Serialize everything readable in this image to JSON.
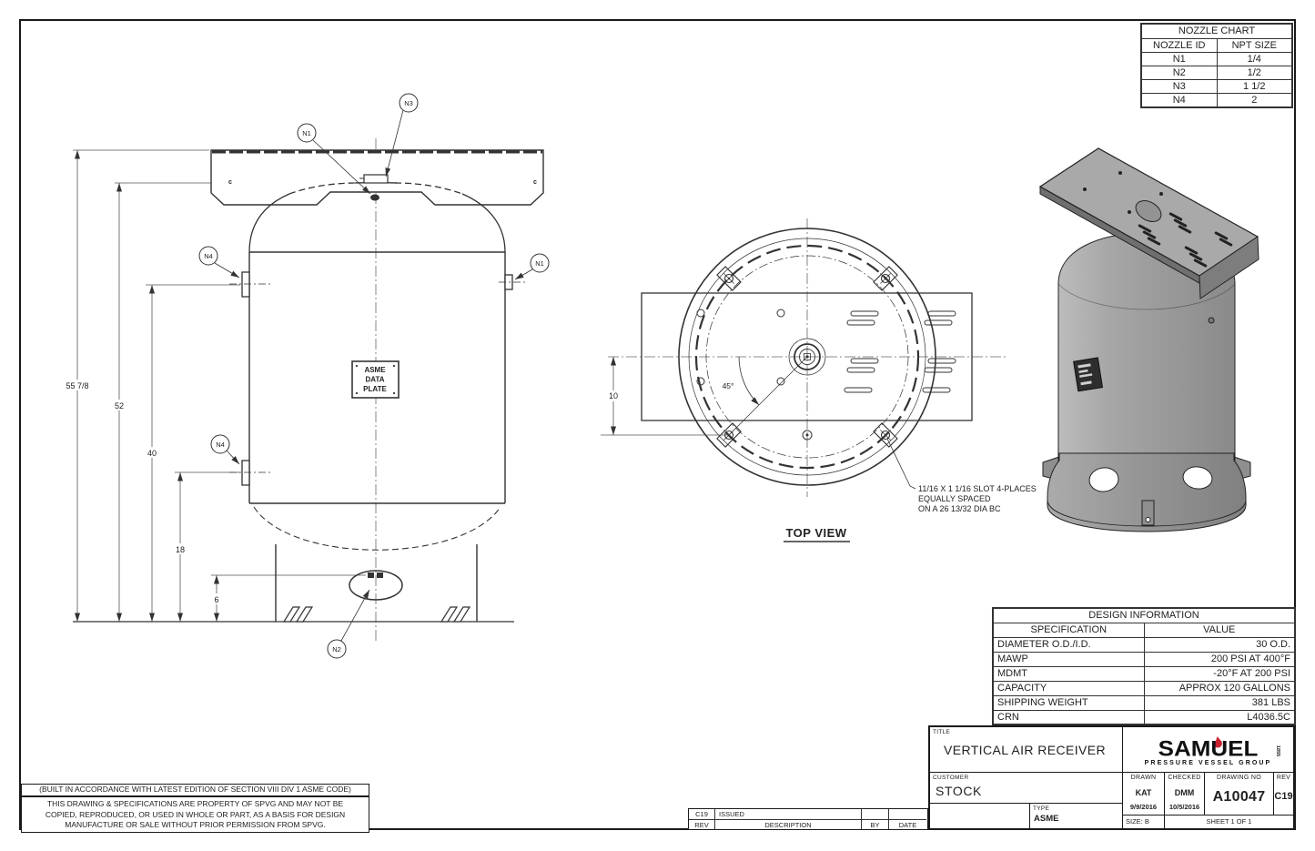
{
  "nozzle_chart": {
    "title": "NOZZLE CHART",
    "col_id": "NOZZLE ID",
    "col_size": "NPT SIZE",
    "rows": [
      [
        "N1",
        "1/4"
      ],
      [
        "N2",
        "1/2"
      ],
      [
        "N3",
        "1 1/2"
      ],
      [
        "N4",
        "2"
      ]
    ]
  },
  "front_view": {
    "balloons": {
      "n1": "N1",
      "n2": "N2",
      "n3": "N3",
      "n4": "N4"
    },
    "dims": {
      "overall": "55 7/8",
      "plate": "52",
      "upper_nozzle": "40",
      "lower_nozzle": "18",
      "drain": "6"
    },
    "weld_mark": "c",
    "data_plate": {
      "line1": "ASME",
      "line2": "DATA",
      "line3": "PLATE"
    }
  },
  "top_view": {
    "label": "TOP VIEW",
    "angle_dim": "45°",
    "offset_dim": "10",
    "slot_callout": {
      "line1": "11/16 X 1 1/16 SLOT 4-PLACES",
      "line2": "EQUALLY SPACED",
      "line3": "ON A 26 13/32 DIA BC"
    }
  },
  "design_info": {
    "title": "DESIGN INFORMATION",
    "col_spec": "SPECIFICATION",
    "col_value": "VALUE",
    "rows": [
      [
        "DIAMETER O.D./I.D.",
        "30 O.D."
      ],
      [
        "MAWP",
        "200 PSI AT 400°F"
      ],
      [
        "MDMT",
        "-20°F AT 200 PSI"
      ],
      [
        "CAPACITY",
        "APPROX 120 GALLONS"
      ],
      [
        "SHIPPING WEIGHT",
        "381 LBS"
      ],
      [
        "CRN",
        "L4036.5C"
      ]
    ]
  },
  "title_block": {
    "title_label": "TITLE",
    "title": "VERTICAL AIR RECEIVER",
    "customer_label": "CUSTOMER",
    "customer": "STOCK",
    "type_label": "TYPE",
    "type_value": "ASME",
    "drawn_label": "DRAWN",
    "drawn_by": "KAT",
    "drawn_date": "9/9/2016",
    "checked_label": "CHECKED",
    "checked_by": "DMM",
    "checked_date": "10/5/2016",
    "drawing_no_label": "DRAWING NO",
    "drawing_no": "A10047",
    "rev_label": "REV",
    "rev": "C19",
    "size_label": "SIZE: B",
    "sheet_label": "SHEET 1  OF 1",
    "logo": {
      "name": "SAMUEL",
      "tagline": "PRESSURE VESSEL GROUP",
      "year": "1855",
      "accent": "#c8202f"
    }
  },
  "revision_table": {
    "headers": {
      "rev": "REV",
      "description": "DESCRIPTION",
      "by": "BY",
      "date": "DATE"
    },
    "entry": {
      "rev": "C19",
      "description": "ISSUED",
      "by": "",
      "date": ""
    }
  },
  "notes": {
    "code_note": "(BUILT IN ACCORDANCE WITH LATEST EDITION OF SECTION VIII DIV 1 ASME CODE)",
    "property_note_line1": "THIS DRAWING & SPECIFICATIONS ARE PROPERTY OF SPVG AND MAY NOT BE",
    "property_note_line2": "COPIED, REPRODUCED, OR USED IN WHOLE OR PART, AS A BASIS FOR DESIGN",
    "property_note_line3": "MANUFACTURE OR SALE WITHOUT PRIOR PERMISSION FROM SPVG."
  }
}
